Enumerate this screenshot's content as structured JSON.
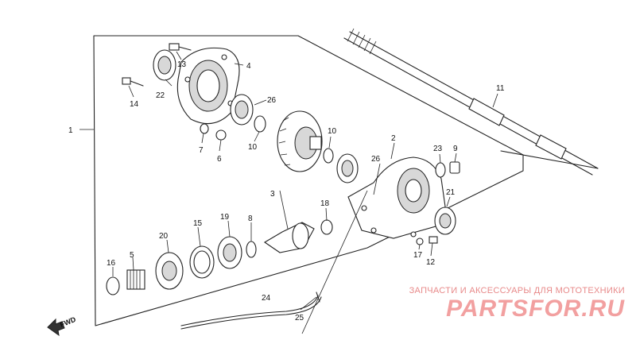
{
  "callouts": [
    "1",
    "2",
    "3",
    "4",
    "5",
    "6",
    "7",
    "8",
    "9",
    "10",
    "10",
    "11",
    "12",
    "13",
    "14",
    "15",
    "16",
    "17",
    "18",
    "19",
    "20",
    "21",
    "22",
    "23",
    "24",
    "25",
    "26",
    "26"
  ],
  "fwd_label": "FWD",
  "watermark": {
    "tagline": "ЗАПЧАСТИ И АКСЕССУАРЫ ДЛЯ МОТОТЕХНИКИ",
    "logo": "PARTSFOR.RU"
  },
  "colors": {
    "line": "#222222",
    "watermark_text": "#e88a8a",
    "watermark_logo": "#f2a0a0"
  }
}
